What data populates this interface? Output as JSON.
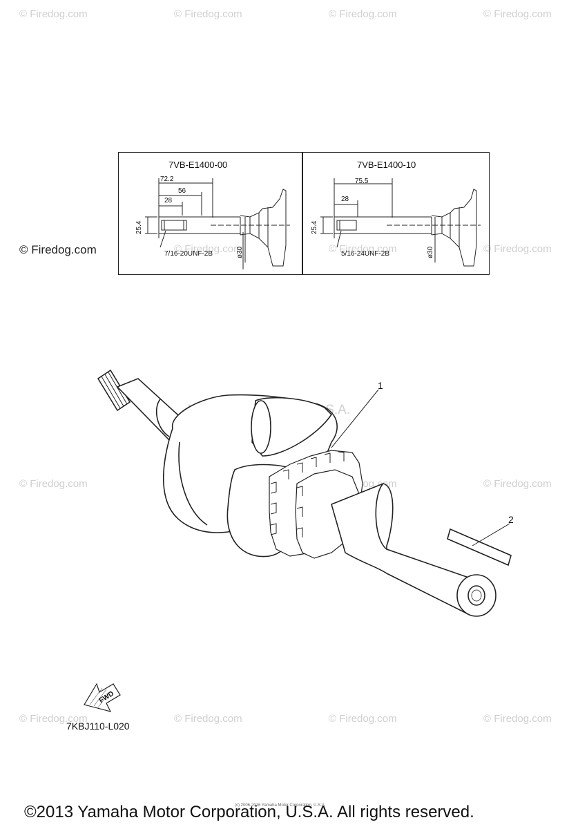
{
  "watermarks": {
    "firedog": "© Firedog.com",
    "corp": "Yamaha Motor Corp. U.S.A."
  },
  "spec_box": {
    "left": {
      "title": "7VB-E1400-00",
      "dim_722": "72.2",
      "dim_56": "56",
      "dim_28": "28",
      "dim_254": "25.4",
      "thread": "7/16-20UNF-2B",
      "dia": "ø30"
    },
    "right": {
      "title": "7VB-E1400-10",
      "dim_755": "75.5",
      "dim_28": "28",
      "dim_254": "25.4",
      "thread": "5/16-24UNF-2B",
      "dia": "ø30"
    }
  },
  "callouts": {
    "one": "1",
    "two": "2"
  },
  "fwd_label": "FWD",
  "figure_code": "7KBJ110-L020",
  "copyright": "©2013 Yamaha Motor Corporation, U.S.A. All rights reserved.",
  "fine_print": "(c) 2006-2016 Yamaha Motor Corporation, U.S.A."
}
